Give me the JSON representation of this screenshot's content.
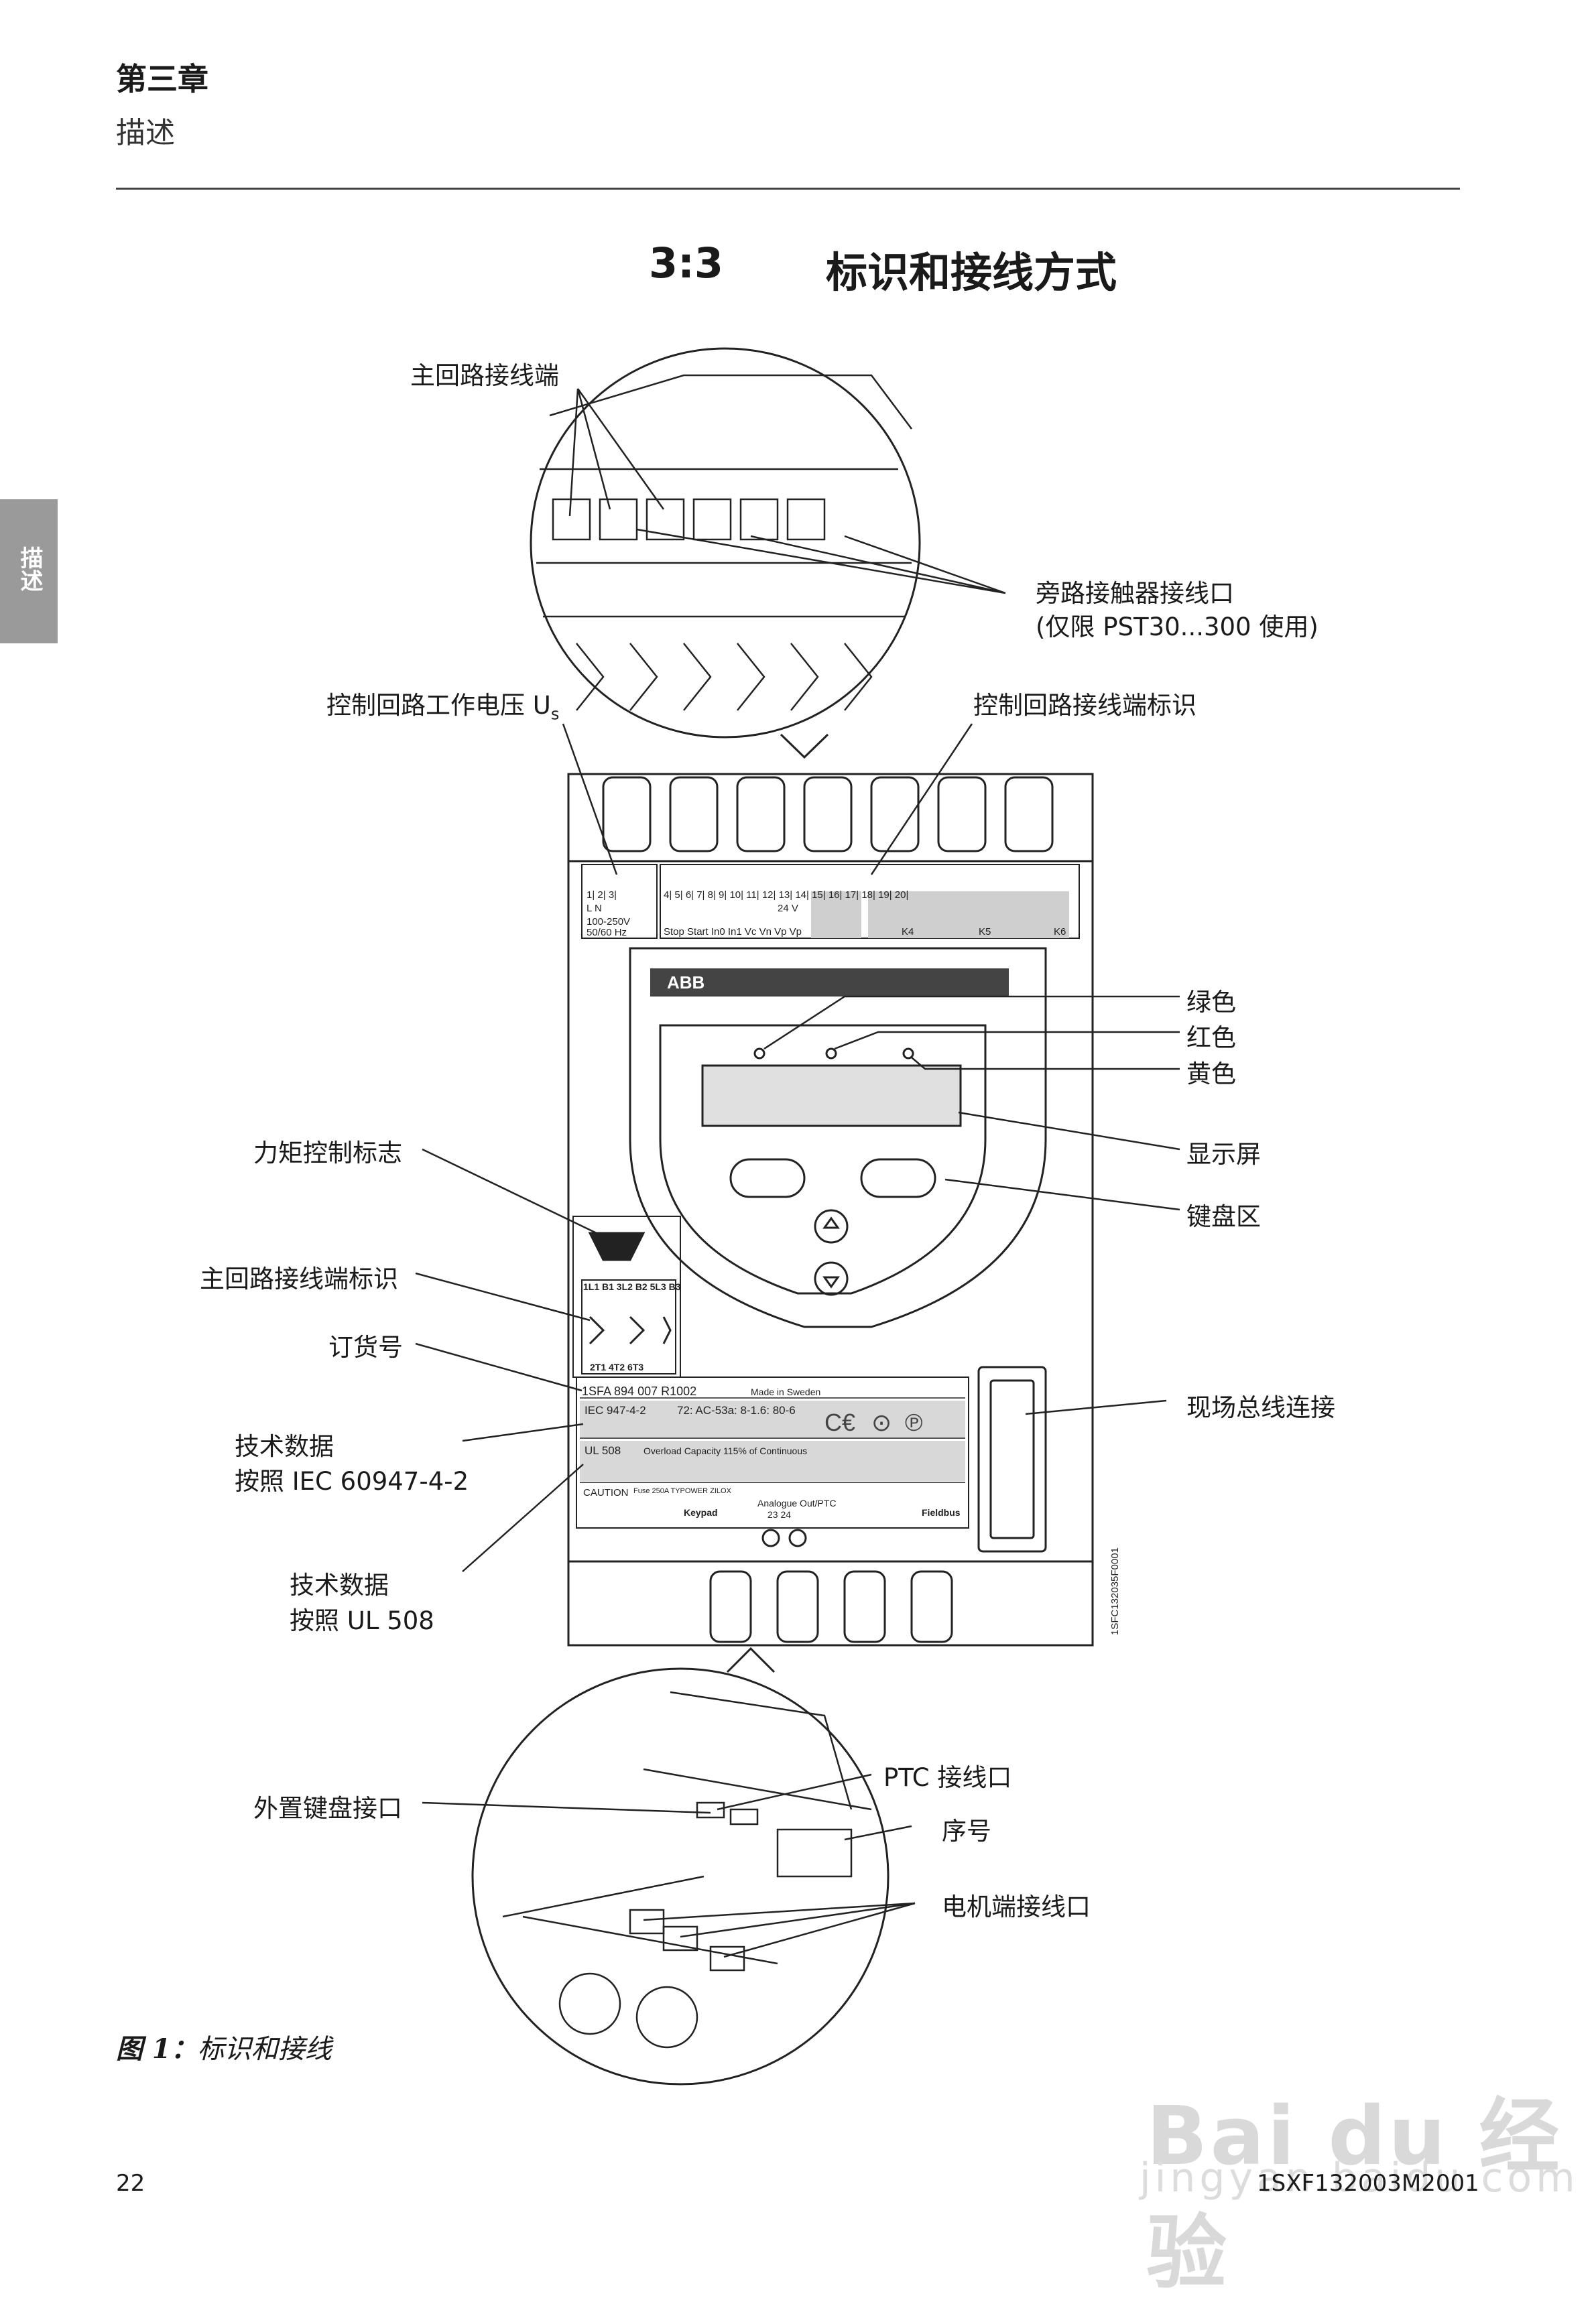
{
  "header": {
    "chapter": "第三章",
    "subtitle": "描述"
  },
  "side_tab": {
    "label": "描述"
  },
  "section": {
    "number": "3:3",
    "title": "标识和接线方式"
  },
  "callouts": {
    "main_terminals": "主回路接线端",
    "bypass_line1": "旁路接触器接线口",
    "bypass_line2": "(仅限 PST30...300 使用)",
    "control_voltage": "控制回路工作电压 U",
    "control_voltage_sub": "s",
    "control_terminal_marking": "控制回路接线端标识",
    "green": "绿色",
    "red": "红色",
    "yellow": "黄色",
    "display": "显示屏",
    "keypad_area": "键盘区",
    "torque_logo": "力矩控制标志",
    "main_terminal_marking": "主回路接线端标识",
    "order_no": "订货号",
    "tech_iec_line1": "技术数据",
    "tech_iec_line2": "按照 IEC 60947-4-2",
    "tech_ul_line1": "技术数据",
    "tech_ul_line2": "按照 UL 508",
    "fieldbus": "现场总线连接",
    "ptc": "PTC 接线口",
    "external_keypad": "外置键盘接口",
    "serial": "序号",
    "motor_terminals": "电机端接线口"
  },
  "device": {
    "terminal_numbers": [
      "1",
      "2",
      "3",
      "4",
      "5",
      "6",
      "7",
      "8",
      "9",
      "10",
      "11",
      "12",
      "13",
      "14",
      "15",
      "16",
      "17",
      "18",
      "19",
      "20"
    ],
    "supply_text1": "L    N",
    "supply_text2": "100-250V",
    "supply_text3": "50/60 Hz",
    "volt_24": "24 V",
    "control_names": [
      "Stop",
      "Start",
      "In0",
      "In1",
      "Vc",
      "Vn",
      "Vp",
      "Vp"
    ],
    "relays": [
      "K4",
      "K5",
      "K6"
    ],
    "brand": "ABB",
    "phase_top": "1L1 B1   3L2 B2   5L3 B3",
    "phase_bottom": "2T1    4T2    6T3",
    "order_code": "1SFA 894 007 R1002",
    "made_in": "Made in Sweden",
    "iec_std": "IEC 947-4-2",
    "iec_rating": "72: AC-53a: 8-1.6: 80-6",
    "ul_std": "UL 508",
    "ul_overload": "Overload Capacity 115% of Continuous",
    "caution": "CAUTION",
    "fuse_text": "Fuse 250A TYPOWER ZILOX",
    "keypad_label": "Keypad",
    "analog_label": "Analogue Out/PTC",
    "analog_pins": "23   24",
    "fieldbus_label": "Fieldbus",
    "drawing_code": "1SFC132035F0001"
  },
  "caption": {
    "fig": "图 1：",
    "text": "标识和接线"
  },
  "footer": {
    "page": "22",
    "doc": "1SXF132003M2001"
  },
  "watermark": {
    "big": "Bai du 经验",
    "small": "jingyan.baidu.com"
  }
}
